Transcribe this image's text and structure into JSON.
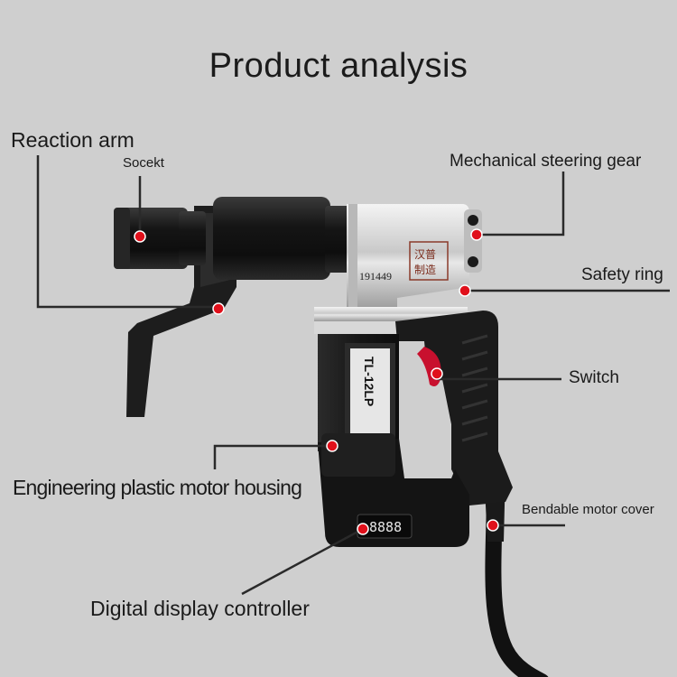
{
  "title": "Product analysis",
  "labels": {
    "reaction_arm": "Reaction arm",
    "socket": "Socekt",
    "steering_gear": "Mechanical steering gear",
    "safety_ring": "Safety ring",
    "switch": "Switch",
    "motor_housing": "Engineering plastic motor housing",
    "motor_cover": "Bendable motor cover",
    "display_controller": "Digital display controller"
  },
  "product_marks": {
    "serial": "191449",
    "brand_chars": "汉普制造",
    "model": "TL-12LP",
    "display_reading": "8888"
  },
  "colors": {
    "background": "#cfcfcf",
    "marker": "#e0101b",
    "leader_line": "#2a2a2a",
    "body_dark": "#1c1c1c",
    "chrome": "#d9d9d9"
  }
}
